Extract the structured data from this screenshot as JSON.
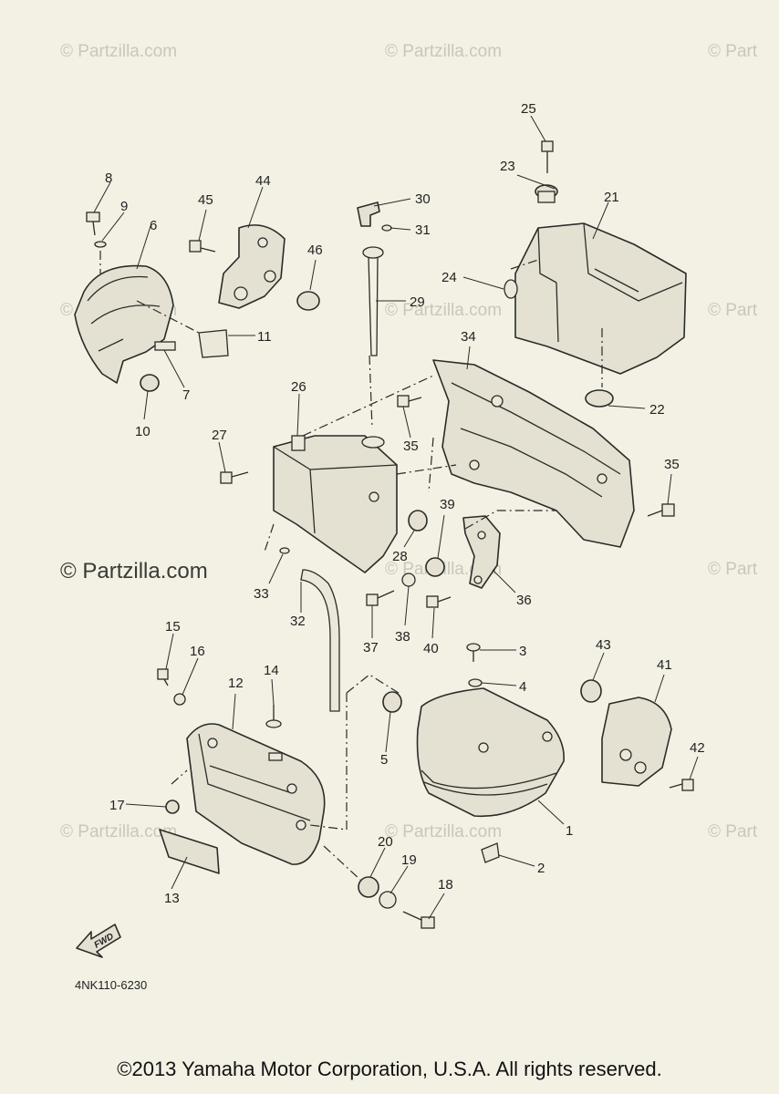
{
  "watermark": {
    "small": "© Partzilla.com",
    "large": "© Partzilla.com",
    "edge": "© Part"
  },
  "diagram_code": "4NK110-6230",
  "fwd_label": "FWD",
  "copyright": "©2013 Yamaha Motor Corporation, U.S.A. All rights reserved.",
  "callouts": [
    "1",
    "2",
    "3",
    "4",
    "5",
    "6",
    "7",
    "8",
    "9",
    "10",
    "11",
    "12",
    "13",
    "14",
    "15",
    "16",
    "17",
    "18",
    "19",
    "20",
    "21",
    "22",
    "23",
    "24",
    "25",
    "26",
    "27",
    "28",
    "29",
    "30",
    "31",
    "32",
    "33",
    "34",
    "35",
    "35",
    "36",
    "37",
    "38",
    "39",
    "40",
    "41",
    "42",
    "43",
    "44",
    "45",
    "46"
  ]
}
